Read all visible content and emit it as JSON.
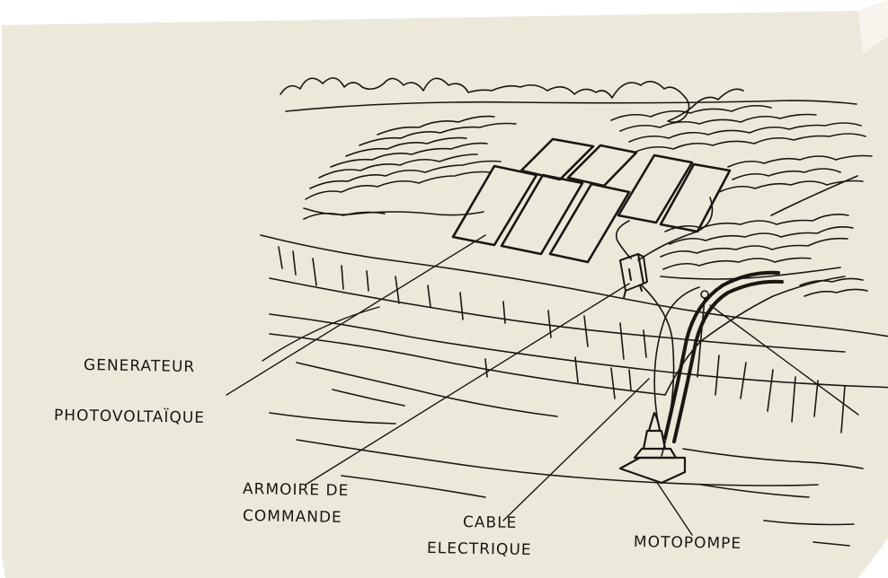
{
  "colors": {
    "paper": "#ece9db",
    "ink": "#1a1712",
    "background": "#ffffff"
  },
  "labels": {
    "generator_line1": "GENERATEUR",
    "generator_line2": "PHOTOVOLTAÏQUE",
    "cabinet_line1": "ARMOIRE DE",
    "cabinet_line2": "COMMANDE",
    "cable_line1": "CABLE",
    "cable_line2": "ELECTRIQUE",
    "pump": "MOTOPOMPE"
  }
}
